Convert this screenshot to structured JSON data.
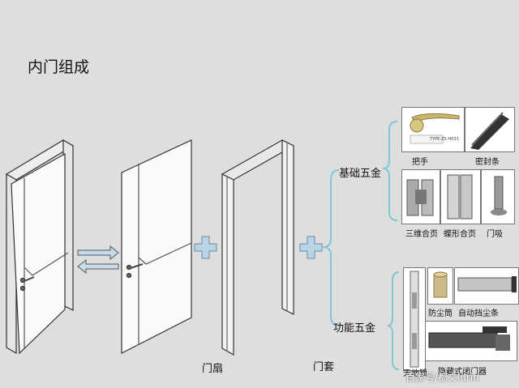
{
  "title": "内门组成",
  "labels": {
    "door_leaf": "门扇",
    "door_frame": "门套",
    "basic_hardware": "基础五金",
    "functional_hardware": "功能五金"
  },
  "basic_hardware_items": [
    "把手",
    "密封条",
    "三维合页",
    "蝶形合页",
    "门吸"
  ],
  "functional_hardware_items": [
    "防尘筒",
    "自动挡尘条",
    "天地锁",
    "隐藏式闭门器"
  ],
  "handle_tag_text": "TYPE:ZS-H033",
  "watermark": "百家号/都文lurin",
  "colors": {
    "background": "#dedede",
    "cross": "#b9d4e6",
    "brace": "#7ec8d6"
  }
}
